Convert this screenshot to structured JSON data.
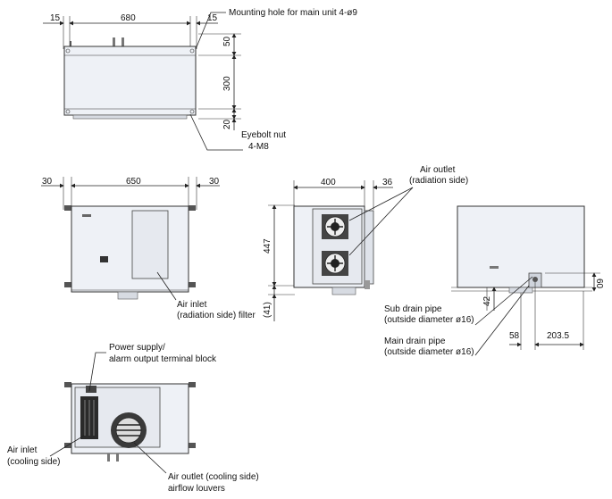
{
  "top_view": {
    "dims": {
      "left_margin": "15",
      "width": "680",
      "right_margin": "15",
      "d1": "50",
      "d2": "300",
      "d3": "20"
    },
    "callouts": {
      "mounting_hole": "Mounting hole for main unit 4-ø9",
      "eyebolt_1": "Eyebolt nut",
      "eyebolt_2": "4-M8"
    }
  },
  "front_view": {
    "dims": {
      "left_margin": "30",
      "width": "650",
      "right_margin": "30"
    },
    "callouts": {
      "air_inlet_1": "Air inlet",
      "air_inlet_2": "(radiation side) filter"
    }
  },
  "side_view": {
    "dims": {
      "width": "400",
      "side": "36",
      "height": "447",
      "bottom": "(41)"
    },
    "callouts": {
      "air_outlet_1": "Air outlet",
      "air_outlet_2": "(radiation side)"
    }
  },
  "right_view": {
    "dims": {
      "h60": "60",
      "h42": "42",
      "w58": "58",
      "w203": "203.5"
    },
    "callouts": {
      "sub_drain_1": "Sub drain pipe",
      "sub_drain_2": "(outside diameter ø16)",
      "main_drain_1": "Main drain pipe",
      "main_drain_2": "(outside diameter ø16)"
    }
  },
  "rear_view": {
    "callouts": {
      "power_1": "Power supply/",
      "power_2": "alarm output terminal block",
      "inlet_1": "Air inlet",
      "inlet_2": "(cooling side)",
      "outlet_1": "Air outlet (cooling side)",
      "outlet_2": "airflow louvers"
    }
  }
}
